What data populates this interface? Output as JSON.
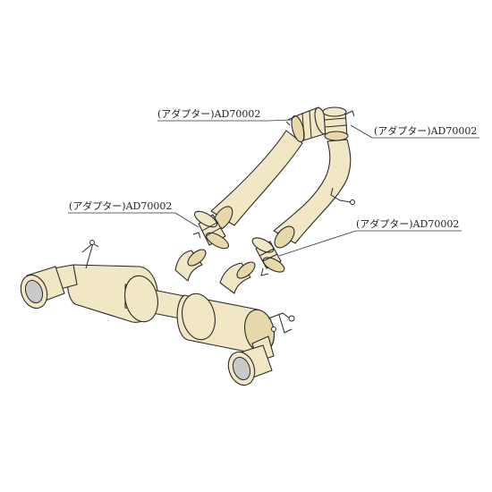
{
  "callouts": [
    {
      "label": "(アダプター)AD70002"
    },
    {
      "label": "(アダプター)AD70002"
    },
    {
      "label": "(アダプター)AD70002"
    },
    {
      "label": "(アダプター)AD70002"
    }
  ],
  "colors": {
    "pipe_fill": "#f1e7c4",
    "outline": "#2a2a2a",
    "tip_inner": "#c9c9c9"
  }
}
